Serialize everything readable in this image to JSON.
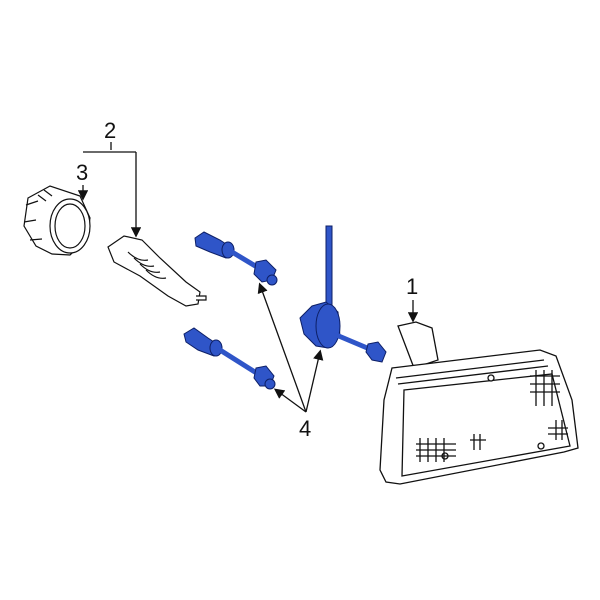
{
  "diagram": {
    "type": "exploded parts diagram",
    "subject": "headlamp assembly",
    "highlight_color": "#2f55c8",
    "line_color": "#111111",
    "callouts": [
      {
        "number": "1",
        "part": "headlamp-assembly"
      },
      {
        "number": "2",
        "part": "bulb-and-cap-group"
      },
      {
        "number": "3",
        "part": "bulb-cap"
      },
      {
        "number": "4",
        "part": "adjuster-screws"
      }
    ]
  }
}
